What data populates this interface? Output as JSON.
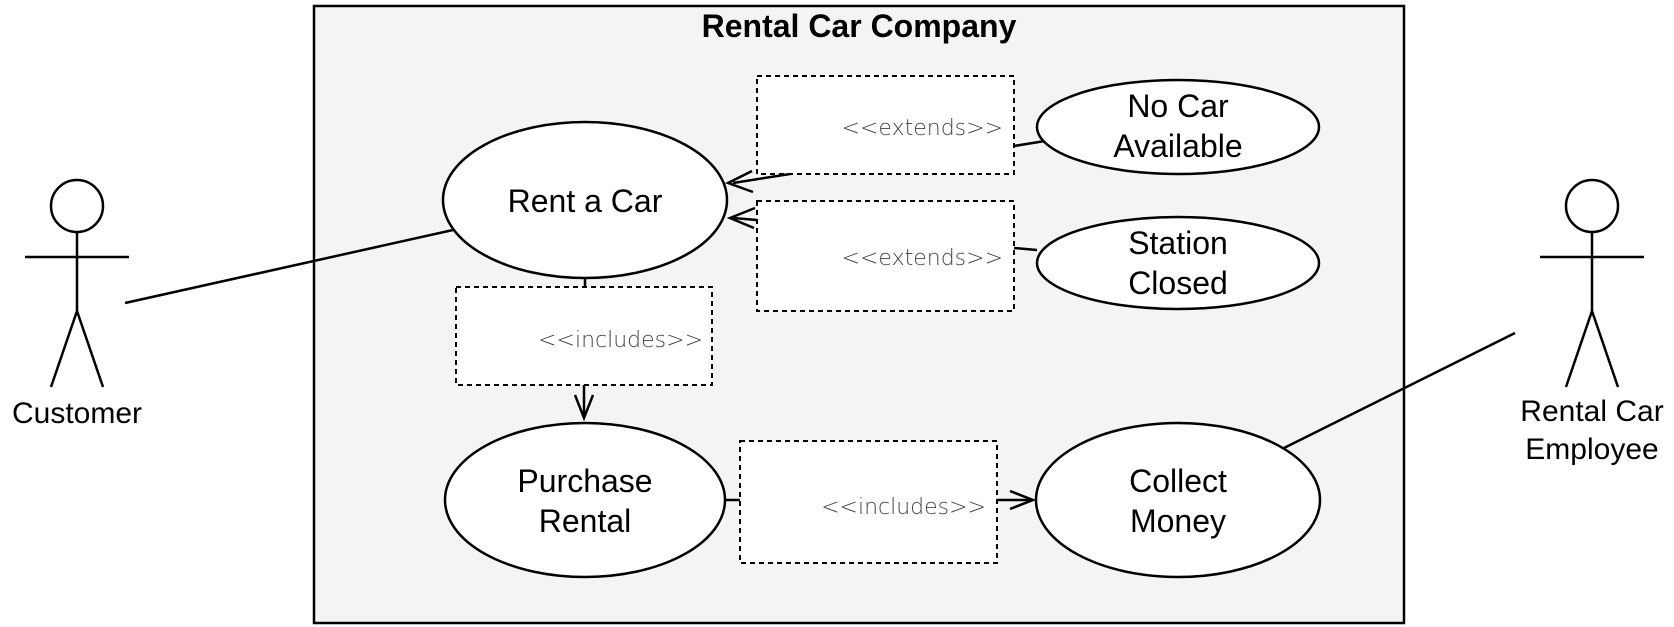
{
  "system": {
    "title": "Rental Car Company"
  },
  "actors": [
    {
      "id": "customer",
      "label": "Customer"
    },
    {
      "id": "employee",
      "label": "Rental Car Employee",
      "label_lines": [
        "Rental Car",
        "Employee"
      ]
    }
  ],
  "use_cases": [
    {
      "id": "rent-a-car",
      "lines": [
        "Rent a Car"
      ]
    },
    {
      "id": "no-car-available",
      "lines": [
        "No Car",
        "Available"
      ]
    },
    {
      "id": "station-closed",
      "lines": [
        "Station",
        "Closed"
      ]
    },
    {
      "id": "purchase-rental",
      "lines": [
        "Purchase",
        "Rental"
      ]
    },
    {
      "id": "collect-money",
      "lines": [
        "Collect",
        "Money"
      ]
    }
  ],
  "relations": [
    {
      "from": "no-car-available",
      "to": "rent-a-car",
      "stereotype": "<<extends>>"
    },
    {
      "from": "station-closed",
      "to": "rent-a-car",
      "stereotype": "<<extends>>"
    },
    {
      "from": "rent-a-car",
      "to": "purchase-rental",
      "stereotype": "<<includes>>"
    },
    {
      "from": "purchase-rental",
      "to": "collect-money",
      "stereotype": "<<includes>>"
    }
  ],
  "associations": [
    {
      "actor": "customer",
      "use_case": "rent-a-car"
    },
    {
      "actor": "employee",
      "use_case": "collect-money"
    }
  ]
}
